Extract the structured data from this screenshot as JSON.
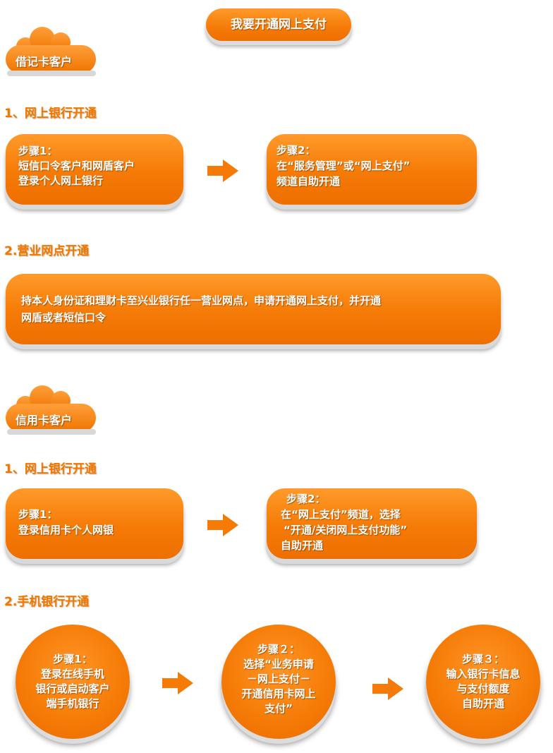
{
  "title": "我要开通网上支付",
  "sections": {
    "debit": {
      "badge": "借记卡客户",
      "online": {
        "heading": "1、网上银行开通",
        "step1": [
          "步骤1：",
          "短信口令客户和网盾客户",
          "登录个人网上银行"
        ],
        "step2": [
          "步骤2：",
          "在“服务管理”或“网上支付”",
          "频道自助开通"
        ]
      },
      "branch": {
        "heading": "2.营业网点开通",
        "text": [
          "持本人身份证和理财卡至兴业银行任一营业网点，申请开通网上支付，并开通",
          "网盾或者短信口令"
        ]
      }
    },
    "credit": {
      "badge": "信用卡客户",
      "online": {
        "heading": "1、网上银行开通",
        "step1": [
          "步骤1：",
          "登录信用卡个人网银"
        ],
        "step2": [
          "步骤2：",
          "在“网上支付”频道，选择",
          "“开通/关闭网上支付功能”",
          "自助开通"
        ]
      },
      "mobile": {
        "heading": "2.手机银行开通",
        "step1": [
          "步骤1：",
          "登录在线手机",
          "银行或启动客户",
          "端手机银行"
        ],
        "step2": [
          "步骤２：",
          "选择“业务申请",
          "－网上支付－",
          "开通信用卡网上",
          "支付”"
        ],
        "step3": [
          "步骤３：",
          "输入银行卡信息",
          "与支付额度",
          "自助开通"
        ]
      }
    }
  },
  "icons": [
    "cloud-icon",
    "right-arrow-icon"
  ],
  "colors": {
    "accent": "#f57a06",
    "heading": "#f07800",
    "cloud": "#f08a24",
    "arrow": "#f57a06"
  }
}
